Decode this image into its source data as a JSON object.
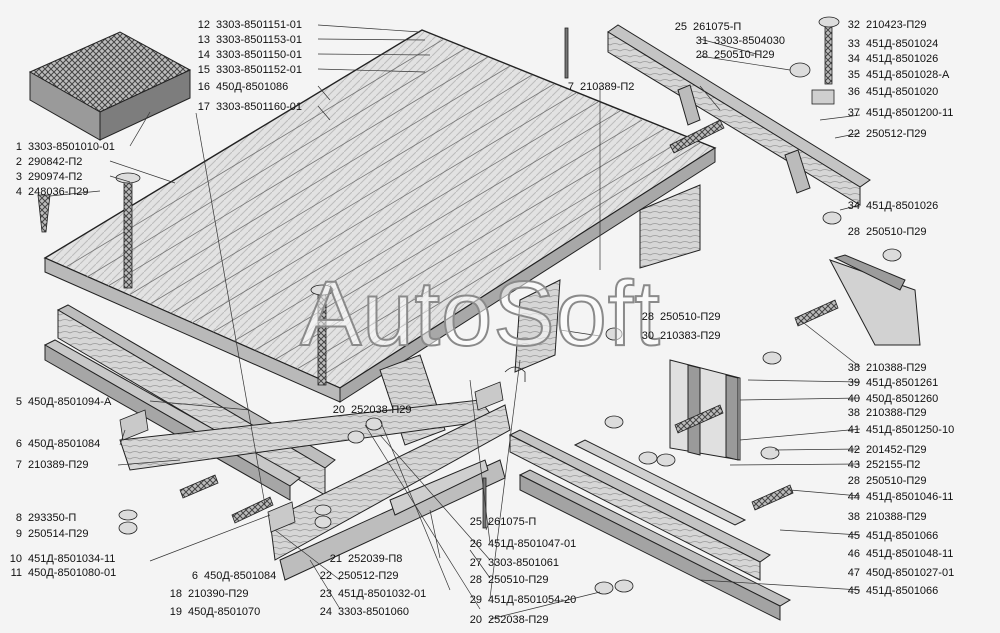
{
  "watermark": "AutoSoft",
  "callouts": [
    {
      "num": "12",
      "code": "3303-8501151-01"
    },
    {
      "num": "13",
      "code": "3303-8501153-01"
    },
    {
      "num": "14",
      "code": "3303-8501150-01"
    },
    {
      "num": "15",
      "code": "3303-8501152-01"
    },
    {
      "num": "16",
      "code": "450Д-8501086"
    },
    {
      "num": "17",
      "code": "3303-8501160-01"
    },
    {
      "num": "1",
      "code": "3303-8501010-01"
    },
    {
      "num": "2",
      "code": "290842-П2"
    },
    {
      "num": "3",
      "code": "290974-П2"
    },
    {
      "num": "4",
      "code": "248036-П29"
    },
    {
      "num": "5",
      "code": "450Д-8501094-А"
    },
    {
      "num": "6",
      "code": "450Д-8501084"
    },
    {
      "num": "7",
      "code": "210389-П29"
    },
    {
      "num": "8",
      "code": "293350-П"
    },
    {
      "num": "9",
      "code": "250514-П29"
    },
    {
      "num": "10",
      "code": "451Д-8501034-11"
    },
    {
      "num": "11",
      "code": "450Д-8501080-01"
    },
    {
      "num": "6",
      "code": "450Д-8501084"
    },
    {
      "num": "18",
      "code": "210390-П29"
    },
    {
      "num": "19",
      "code": "450Д-8501070"
    },
    {
      "num": "20",
      "code": "252038-П29"
    },
    {
      "num": "21",
      "code": "252039-П8"
    },
    {
      "num": "22",
      "code": "250512-П29"
    },
    {
      "num": "23",
      "code": "451Д-8501032-01"
    },
    {
      "num": "24",
      "code": "3303-8501060"
    },
    {
      "num": "25",
      "code": "261075-П"
    },
    {
      "num": "26",
      "code": "451Д-8501047-01"
    },
    {
      "num": "27",
      "code": "3303-8501061"
    },
    {
      "num": "28",
      "code": "250510-П29"
    },
    {
      "num": "29",
      "code": "451Д-8501054-20"
    },
    {
      "num": "20",
      "code": "252038-П29"
    },
    {
      "num": "28",
      "code": "250510-П29"
    },
    {
      "num": "30",
      "code": "210383-П29"
    },
    {
      "num": "7",
      "code": "210389-П2"
    },
    {
      "num": "25",
      "code": "261075-П"
    },
    {
      "num": "31",
      "code": "3303-8504030"
    },
    {
      "num": "28",
      "code": "250510-П29"
    },
    {
      "num": "32",
      "code": "210423-П29"
    },
    {
      "num": "33",
      "code": "451Д-8501024"
    },
    {
      "num": "34",
      "code": "451Д-8501026"
    },
    {
      "num": "35",
      "code": "451Д-8501028-А"
    },
    {
      "num": "36",
      "code": "451Д-8501020"
    },
    {
      "num": "37",
      "code": "451Д-8501200-11"
    },
    {
      "num": "22",
      "code": "250512-П29"
    },
    {
      "num": "34",
      "code": "451Д-8501026"
    },
    {
      "num": "28",
      "code": "250510-П29"
    },
    {
      "num": "38",
      "code": "210388-П29"
    },
    {
      "num": "39",
      "code": "451Д-8501261"
    },
    {
      "num": "40",
      "code": "450Д-8501260"
    },
    {
      "num": "38",
      "code": "210388-П29"
    },
    {
      "num": "41",
      "code": "451Д-8501250-10"
    },
    {
      "num": "42",
      "code": "201452-П29"
    },
    {
      "num": "43",
      "code": "252155-П2"
    },
    {
      "num": "28",
      "code": "250510-П29"
    },
    {
      "num": "44",
      "code": "451Д-8501046-11"
    },
    {
      "num": "38",
      "code": "210388-П29"
    },
    {
      "num": "45",
      "code": "451Д-8501066"
    },
    {
      "num": "46",
      "code": "451Д-8501048-11"
    },
    {
      "num": "47",
      "code": "450Д-8501027-01"
    },
    {
      "num": "45",
      "code": "451Д-8501066"
    }
  ]
}
